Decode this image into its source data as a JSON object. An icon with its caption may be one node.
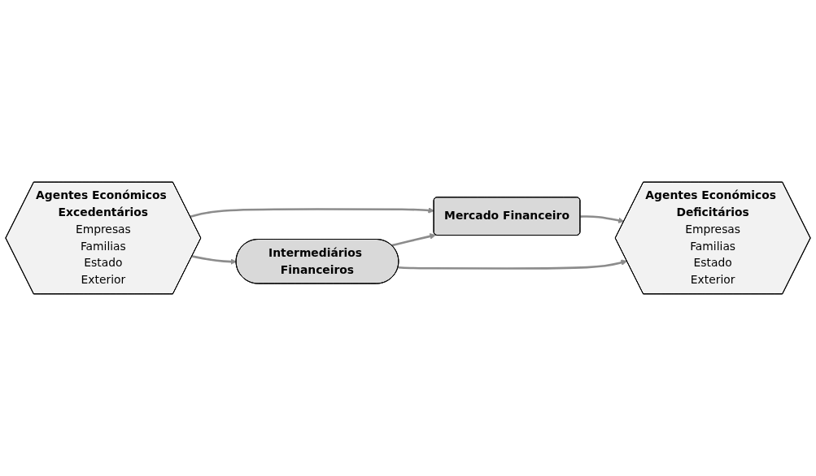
{
  "diagram": {
    "nodes": [
      {
        "text": [
          "Agentes Económicos Excedentários",
          "Empresas",
          "Familias",
          "Estado",
          "Exterior"
        ]
      },
      {
        "text": [
          "Mercado Financeiro"
        ]
      },
      {
        "text": [
          "Agentes Económicos Deficitários",
          "Empresas",
          "Familias",
          "Estado",
          "Exterior"
        ]
      },
      {
        "text": [
          "Intermediários Financeiros"
        ]
      }
    ],
    "edges": [
      {
        "from": 0,
        "to": 1,
        "arrow": "to"
      },
      {
        "from": 1,
        "to": 2,
        "arrow": "to"
      },
      {
        "from": 3,
        "to": 1,
        "arrow": "to"
      },
      {
        "from": 0,
        "to": 3,
        "arrow": "to"
      },
      {
        "from": 3,
        "to": 2,
        "arrow": "to"
      }
    ]
  }
}
